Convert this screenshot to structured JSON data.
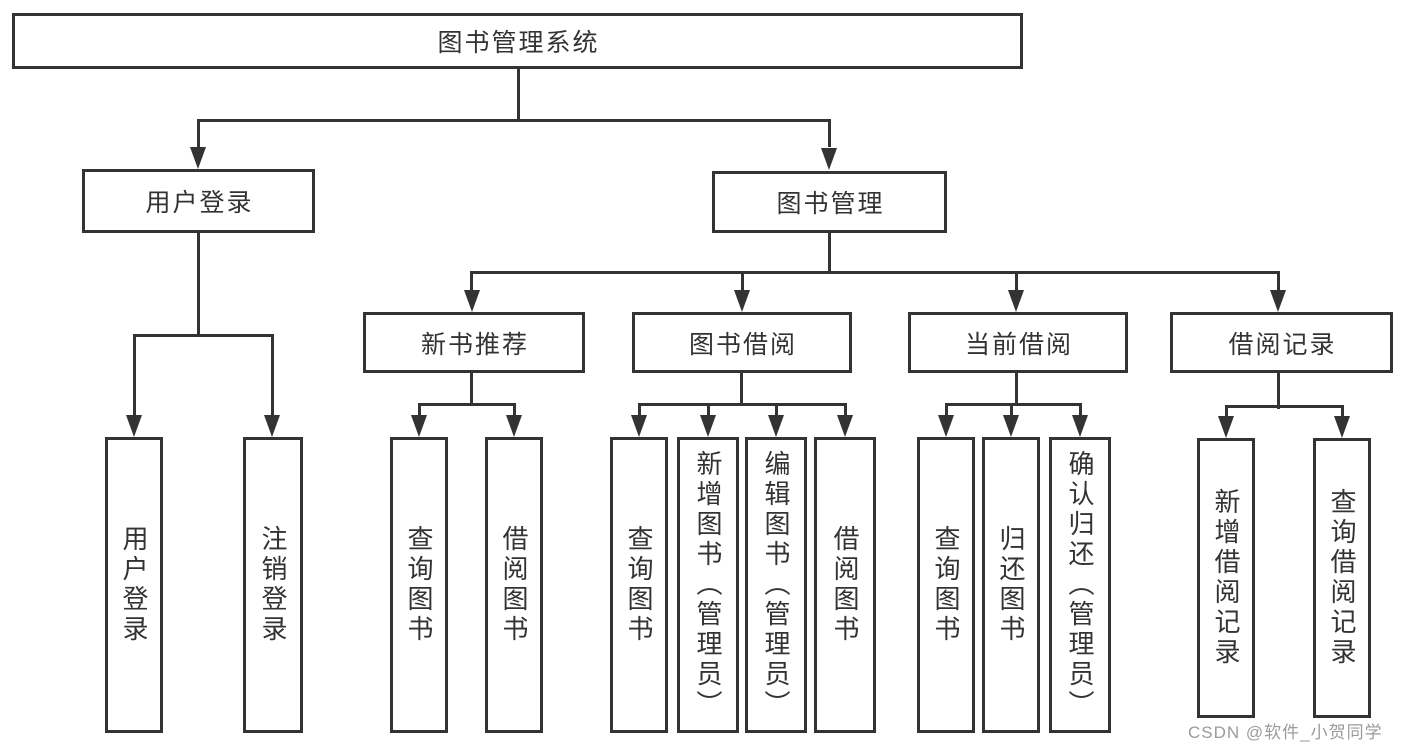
{
  "tree": {
    "label": "图书管理系统",
    "children": [
      {
        "label": "用户登录",
        "children": [
          {
            "label": "用户登录"
          },
          {
            "label": "注销登录"
          }
        ]
      },
      {
        "label": "图书管理",
        "children": [
          {
            "label": "新书推荐",
            "children": [
              {
                "label": "查询图书"
              },
              {
                "label": "借阅图书"
              }
            ]
          },
          {
            "label": "图书借阅",
            "children": [
              {
                "label": "查询图书"
              },
              {
                "label": "新增图书（管理员）"
              },
              {
                "label": "编辑图书（管理员）"
              },
              {
                "label": "借阅图书"
              }
            ]
          },
          {
            "label": "当前借阅",
            "children": [
              {
                "label": "查询图书"
              },
              {
                "label": "归还图书"
              },
              {
                "label": "确认归还（管理员）"
              }
            ]
          },
          {
            "label": "借阅记录",
            "children": [
              {
                "label": "新增借阅记录"
              },
              {
                "label": "查询借阅记录"
              }
            ]
          }
        ]
      }
    ]
  },
  "watermark": {
    "text": "CSDN @软件_小贺同学"
  },
  "colors": {
    "line": "#333333",
    "text": "#333333",
    "background": "#ffffff",
    "watermark": "#9b9b9b"
  }
}
